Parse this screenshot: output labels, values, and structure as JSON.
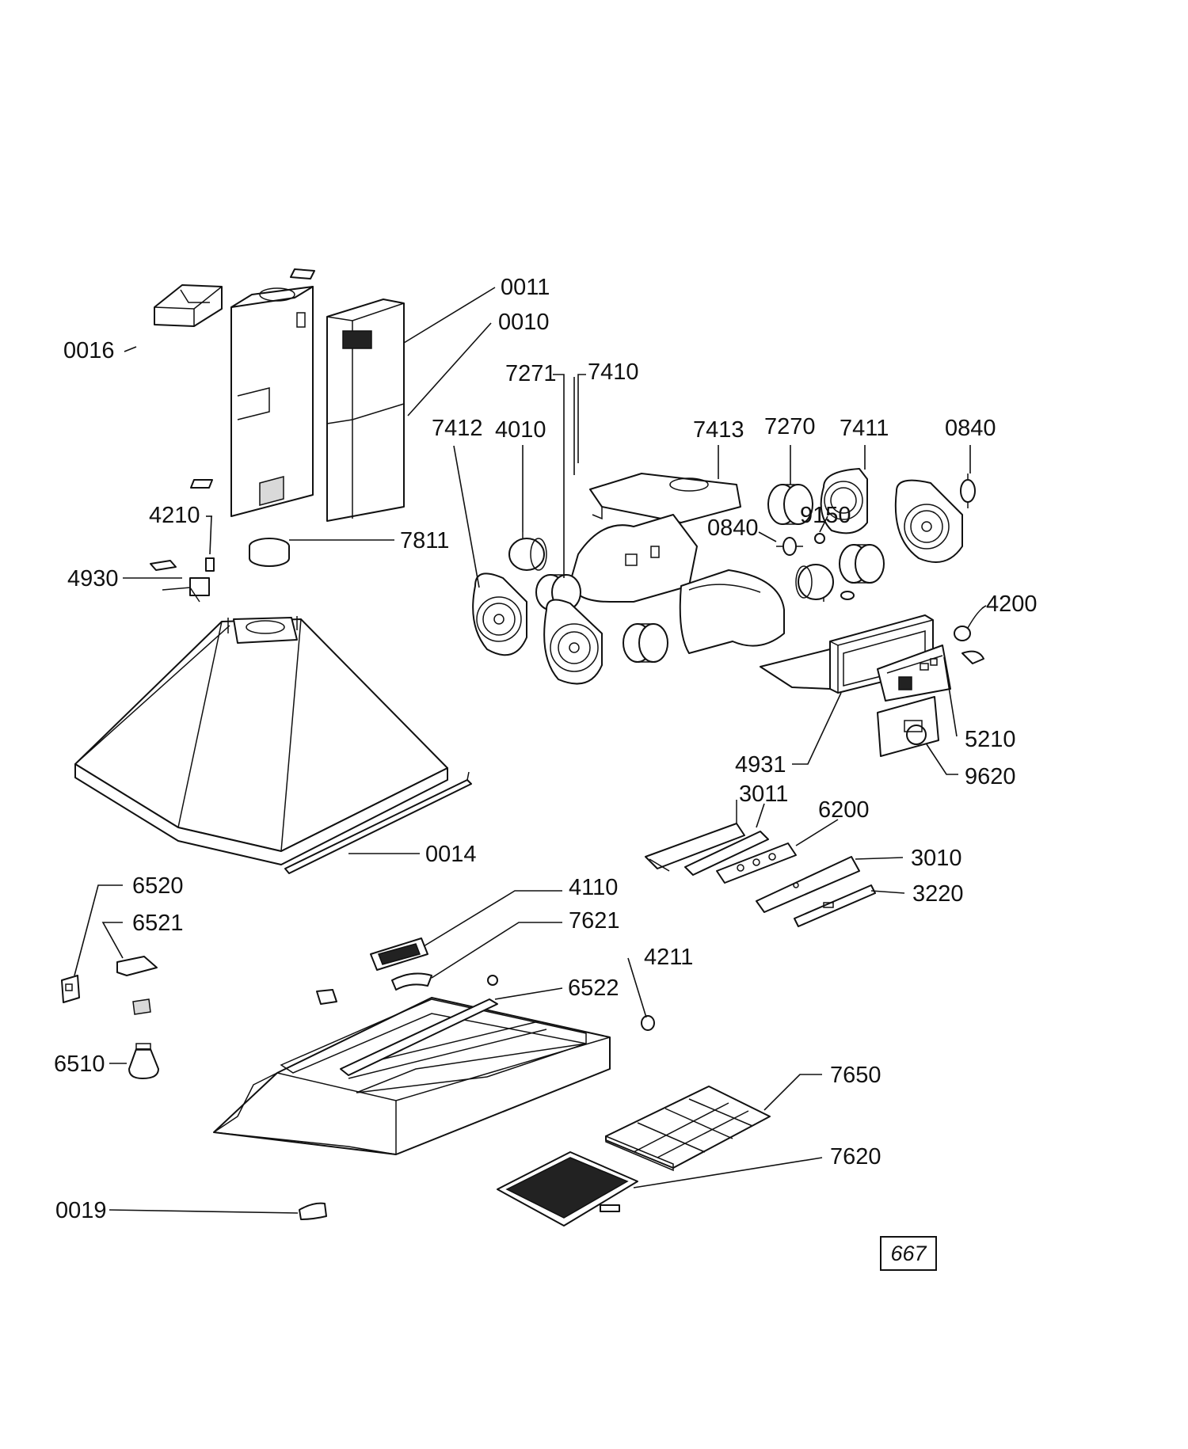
{
  "diagram": {
    "page_number": "667",
    "labels": [
      {
        "id": "0011",
        "text": "0011"
      },
      {
        "id": "0010",
        "text": "0010"
      },
      {
        "id": "0016",
        "text": "0016"
      },
      {
        "id": "7271",
        "text": "7271"
      },
      {
        "id": "7410",
        "text": "7410"
      },
      {
        "id": "7412",
        "text": "7412"
      },
      {
        "id": "4010",
        "text": "4010"
      },
      {
        "id": "7413",
        "text": "7413"
      },
      {
        "id": "7270",
        "text": "7270"
      },
      {
        "id": "7411",
        "text": "7411"
      },
      {
        "id": "0840a",
        "text": "0840"
      },
      {
        "id": "9150",
        "text": "9150"
      },
      {
        "id": "0840b",
        "text": "0840"
      },
      {
        "id": "4210",
        "text": "4210"
      },
      {
        "id": "7811",
        "text": "7811"
      },
      {
        "id": "4930",
        "text": "4930"
      },
      {
        "id": "4200",
        "text": "4200"
      },
      {
        "id": "5210",
        "text": "5210"
      },
      {
        "id": "4931",
        "text": "4931"
      },
      {
        "id": "9620",
        "text": "9620"
      },
      {
        "id": "3011",
        "text": "3011"
      },
      {
        "id": "6200",
        "text": "6200"
      },
      {
        "id": "3010",
        "text": "3010"
      },
      {
        "id": "3220",
        "text": "3220"
      },
      {
        "id": "0014",
        "text": "0014"
      },
      {
        "id": "6520",
        "text": "6520"
      },
      {
        "id": "4110",
        "text": "4110"
      },
      {
        "id": "6521",
        "text": "6521"
      },
      {
        "id": "7621",
        "text": "7621"
      },
      {
        "id": "4211",
        "text": "4211"
      },
      {
        "id": "6522",
        "text": "6522"
      },
      {
        "id": "6510",
        "text": "6510"
      },
      {
        "id": "7650",
        "text": "7650"
      },
      {
        "id": "7620",
        "text": "7620"
      },
      {
        "id": "0019",
        "text": "0019"
      }
    ]
  }
}
